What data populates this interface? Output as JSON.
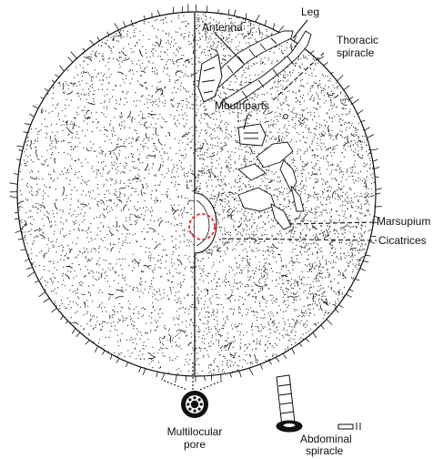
{
  "labels": {
    "leg": "Leg",
    "antenna": "Antenna",
    "thoracic_spiracle_1": "Thoracic",
    "thoracic_spiracle_2": "spiracle",
    "mouthparts": "Mouthparts",
    "marsupium": "Marsupium",
    "cicatrices": "Cicatrices",
    "multilocular_pore_1": "Multilocular",
    "multilocular_pore_2": "pore",
    "abdominal_spiracle_1": "Abdominal",
    "abdominal_spiracle_2": "spiracle"
  },
  "colors": {
    "ink": "#111111",
    "highlight": "#e8262a",
    "background": "#ffffff"
  }
}
